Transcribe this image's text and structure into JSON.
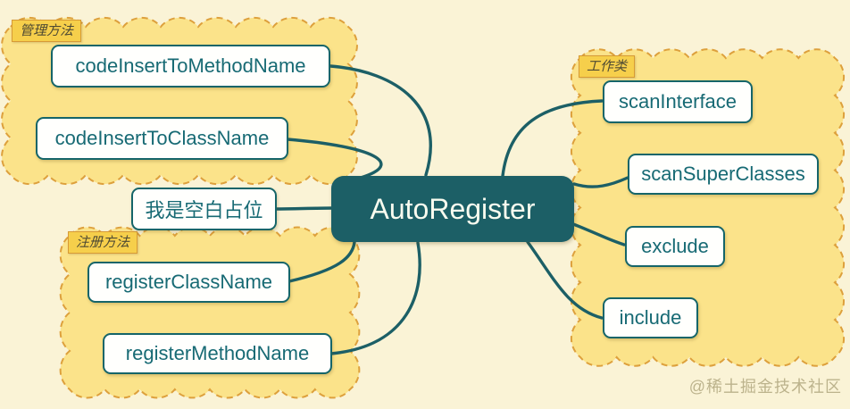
{
  "central": {
    "label": "AutoRegister"
  },
  "groups": [
    {
      "label": "管理方法",
      "nodes": [
        {
          "label": "codeInsertToMethodName"
        },
        {
          "label": "codeInsertToClassName"
        }
      ]
    },
    {
      "label": "注册方法",
      "nodes": [
        {
          "label": "registerClassName"
        },
        {
          "label": "registerMethodName"
        }
      ]
    },
    {
      "label": "工作类",
      "nodes": [
        {
          "label": "scanInterface"
        },
        {
          "label": "scanSuperClasses"
        },
        {
          "label": "exclude"
        },
        {
          "label": "include"
        }
      ]
    }
  ],
  "placeholder_node": {
    "label": "我是空白占位"
  },
  "watermark": "@稀土掘金技术社区",
  "colors": {
    "background": "#faf3d6",
    "cloud_fill": "#fbe38a",
    "cloud_border": "#dda03c",
    "callout_fill": "#f6cf4b",
    "branch_line": "#1c5f66",
    "central_fill": "#1c5f66",
    "central_text": "#f8fbef",
    "node_text": "#176a74",
    "node_border": "#156569"
  }
}
